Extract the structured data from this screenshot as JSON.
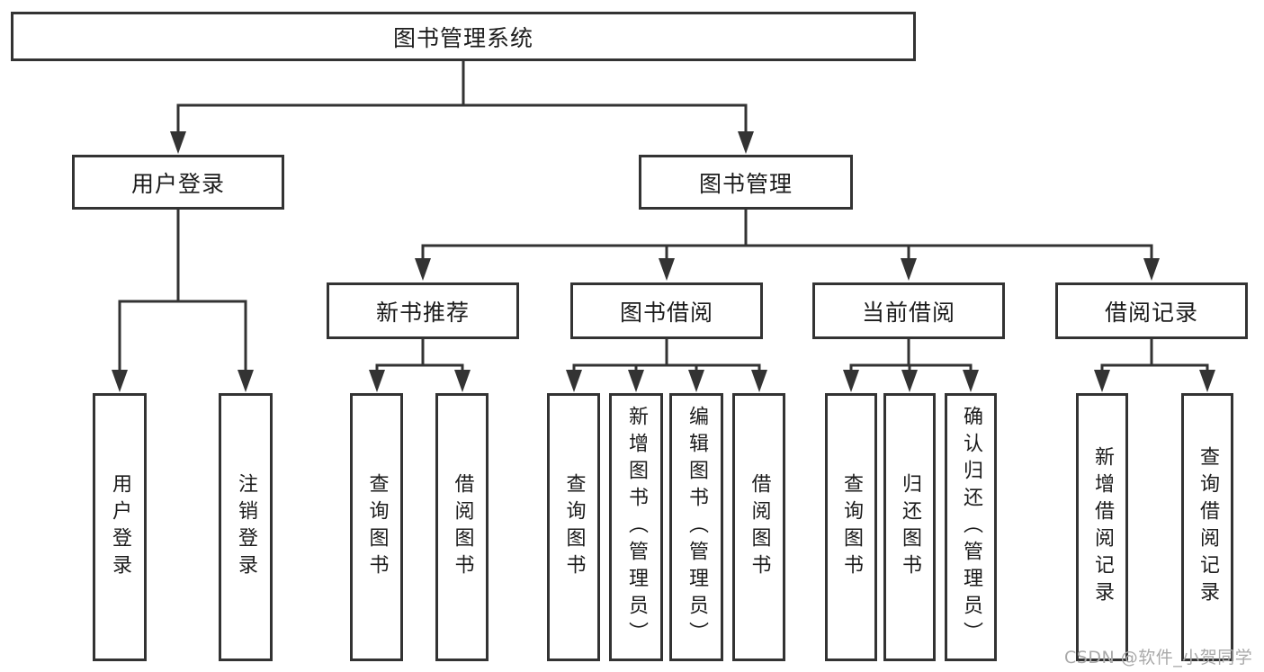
{
  "diagram": {
    "title": "图书管理系统",
    "level2": [
      {
        "id": "user-login",
        "label": "用户登录"
      },
      {
        "id": "book-management",
        "label": "图书管理"
      }
    ],
    "level3": [
      {
        "id": "new-book-recommendation",
        "label": "新书推荐",
        "parent": "图书管理"
      },
      {
        "id": "book-borrowing",
        "label": "图书借阅",
        "parent": "图书管理"
      },
      {
        "id": "current-borrowing",
        "label": "当前借阅",
        "parent": "图书管理"
      },
      {
        "id": "borrowing-records",
        "label": "借阅记录",
        "parent": "图书管理"
      }
    ],
    "leaves": [
      {
        "label": "用户登录",
        "parent": "用户登录"
      },
      {
        "label": "注销登录",
        "parent": "用户登录"
      },
      {
        "label": "查询图书",
        "parent": "新书推荐"
      },
      {
        "label": "借阅图书",
        "parent": "新书推荐"
      },
      {
        "label": "查询图书",
        "parent": "图书借阅"
      },
      {
        "label": "新增图书（管理员）",
        "parent": "图书借阅"
      },
      {
        "label": "编辑图书（管理员）",
        "parent": "图书借阅"
      },
      {
        "label": "借阅图书",
        "parent": "图书借阅"
      },
      {
        "label": "查询图书",
        "parent": "当前借阅"
      },
      {
        "label": "归还图书",
        "parent": "当前借阅"
      },
      {
        "label": "确认归还（管理员）",
        "parent": "当前借阅"
      },
      {
        "label": "新增借阅记录",
        "parent": "借阅记录"
      },
      {
        "label": "查询借阅记录",
        "parent": "借阅记录"
      }
    ],
    "colors": {
      "line": "#333333",
      "text": "#1c1c1c",
      "background": "#ffffff",
      "watermark": "#a9a9a9"
    }
  },
  "watermark": {
    "text": "CSDN @软件_小贺同学"
  }
}
